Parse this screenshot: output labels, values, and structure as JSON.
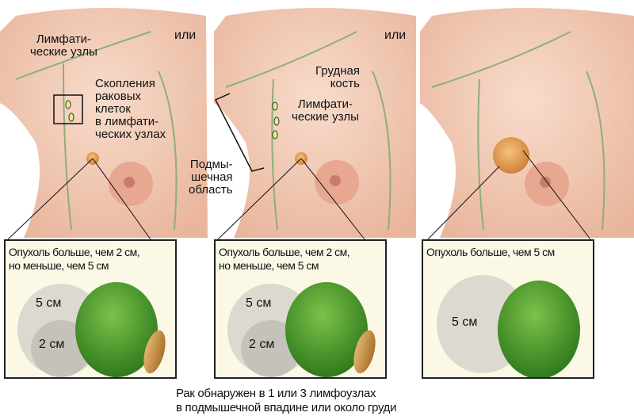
{
  "panels": [
    {
      "box_text": [
        "Опухоль больше, чем 2 см,",
        "но меньше, чем 5 см"
      ],
      "circle_labels": [
        "5 см",
        "2 см"
      ]
    },
    {
      "box_text": [
        "Опухоль больше, чем 2 см,",
        "но меньше, чем 5 см"
      ],
      "circle_labels": [
        "5 см",
        "2 см"
      ]
    },
    {
      "box_text": [
        "Опухоль больше, чем  5 см"
      ],
      "circle_labels": [
        "5 см"
      ]
    }
  ],
  "separators": [
    "или",
    "или"
  ],
  "labels": {
    "lymph_nodes_1": [
      "Лимфати-",
      "ческие узлы"
    ],
    "clusters": [
      "Скопления",
      "раковых",
      "клеток",
      "в лимфати-",
      "ческих узлах"
    ],
    "breastbone": [
      "Грудная",
      "кость"
    ],
    "lymph_nodes_2": [
      "Лимфати-",
      "ческие узлы"
    ],
    "axilla": [
      "Подмы-",
      "шечная",
      "область"
    ]
  },
  "caption": [
    "Рак обнаружен в 1 или 3 лимфоузлах",
    "в подмышечной впадине или около груди"
  ],
  "colors": {
    "skin": "#f1c9b4",
    "node": "#8fae78",
    "lime": "#3f8f2a",
    "box": "#fbf8e6",
    "tumor": "#e8a35a"
  }
}
